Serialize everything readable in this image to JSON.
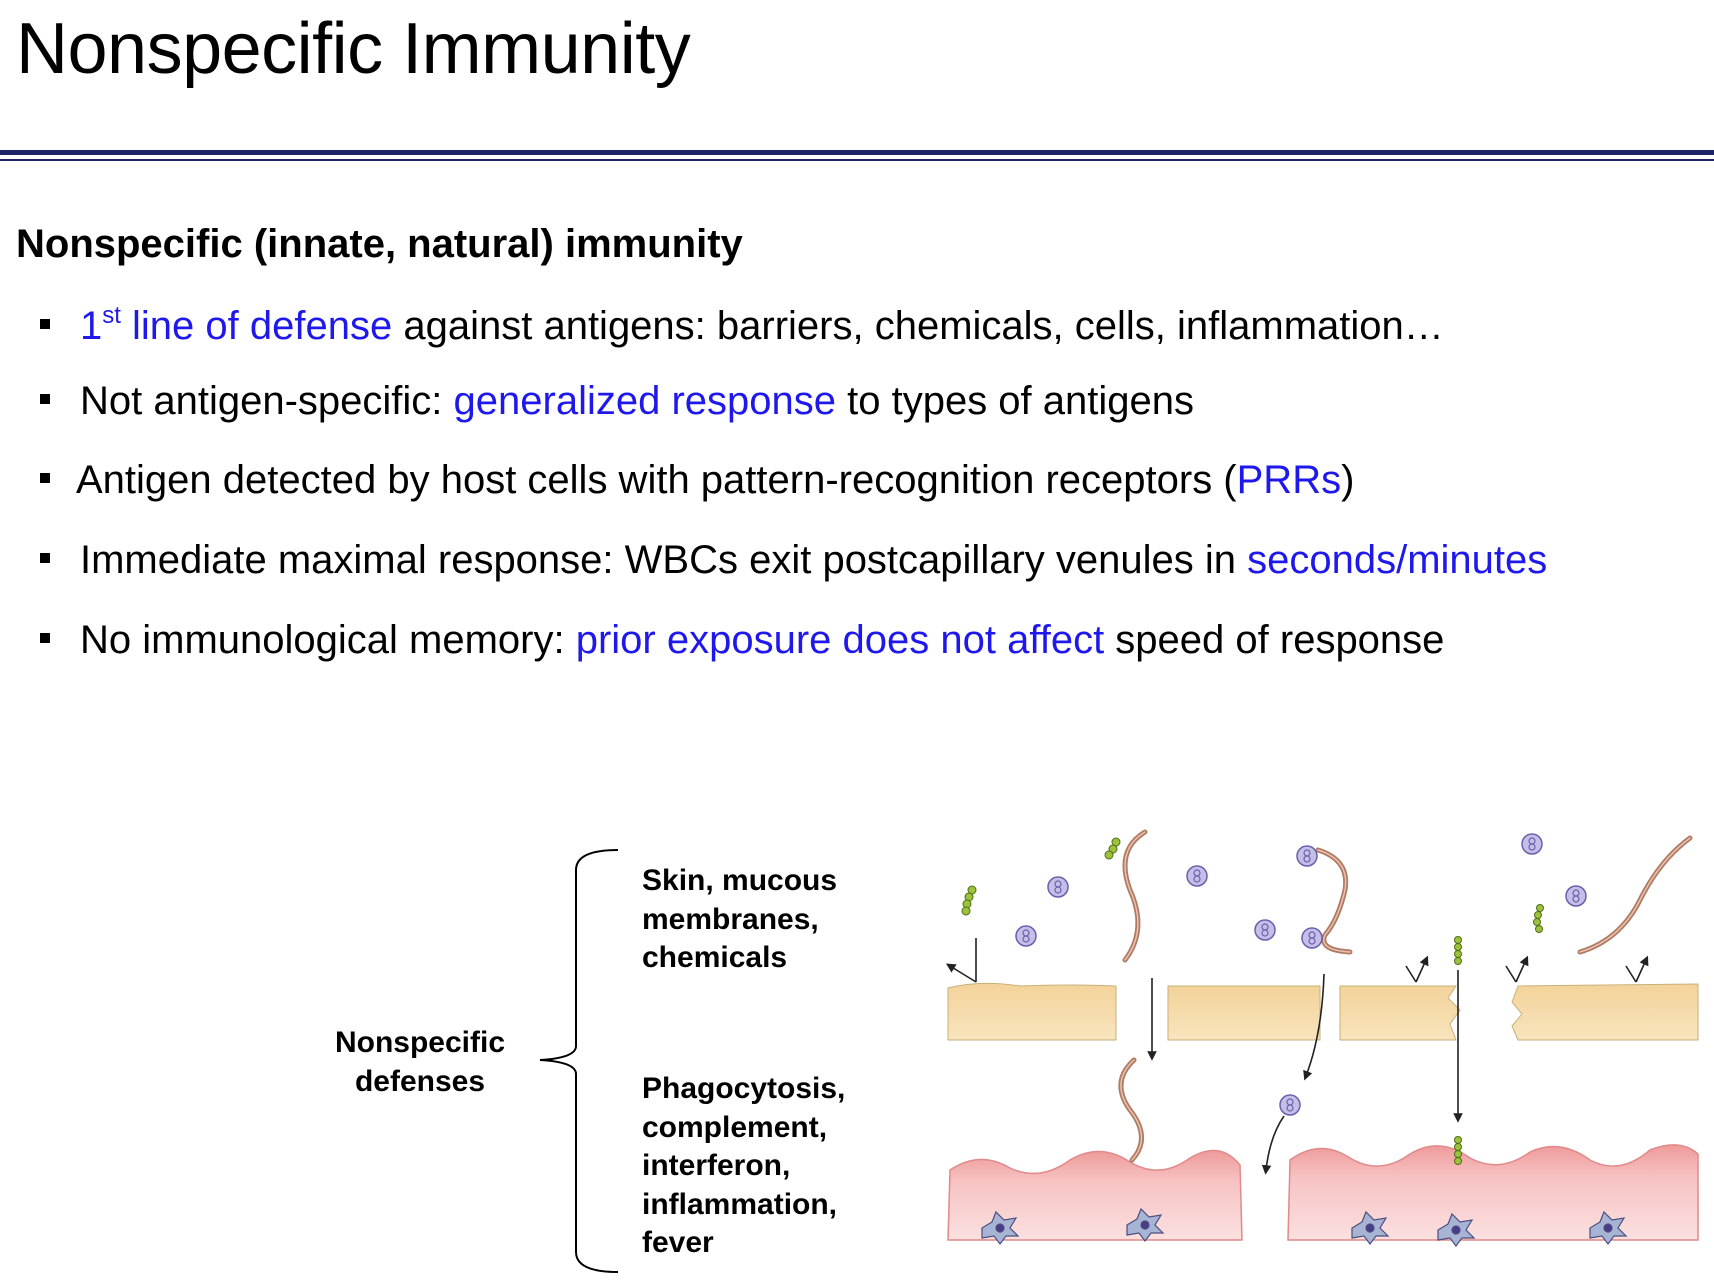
{
  "slide": {
    "title": "Nonspecific Immunity",
    "subheading": "Nonspecific (innate, natural) immunity"
  },
  "bullets": [
    {
      "highlight": "1",
      "sup": "st",
      "highlight_rest": " line of defense",
      "text": " against antigens:  barriers, chemicals, cells, inflammation…"
    },
    {
      "text": "Not antigen-specific: ",
      "highlight": "generalized response",
      "text_after": " to types of antigens"
    },
    {
      "text": "Antigen detected by host cells with pattern-recognition receptors (",
      "highlight": "PRRs",
      "text_after": ")"
    },
    {
      "text": "Immediate maximal response:  WBCs exit postcapillary venules in ",
      "highlight": "seconds/minutes"
    },
    {
      "text": "No immunological memory: ",
      "highlight": "prior exposure does not affect",
      "text_after": " speed of response"
    }
  ],
  "figure": {
    "brace_label_line1": "Nonspecific",
    "brace_label_line2": "defenses",
    "top_label": [
      "Skin, mucous",
      "membranes,",
      "chemicals"
    ],
    "bottom_label": [
      "Phagocytosis,",
      "complement,",
      "interferon,",
      "inflammation,",
      "fever"
    ]
  },
  "colors": {
    "highlight": "#1f18ec",
    "rule": "#1d2468",
    "skin": "#f6dca8",
    "tissue": "#f4b8b8",
    "worm": "#c9927a",
    "cell": "#b9b2e0"
  }
}
